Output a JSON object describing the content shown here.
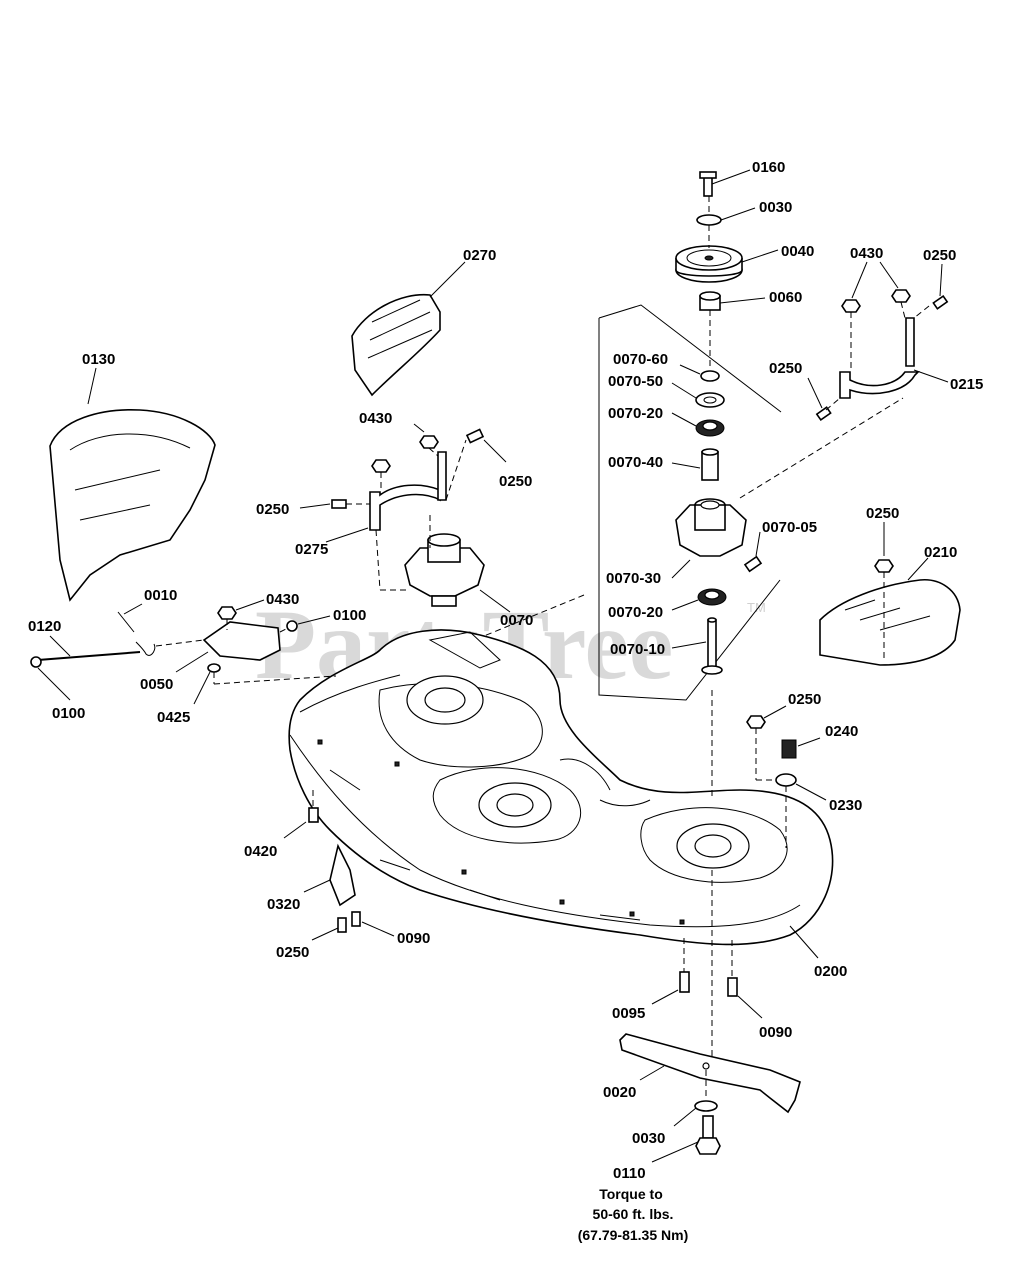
{
  "watermark": {
    "text": "PartsTree",
    "trademark": "TM"
  },
  "torque_note": {
    "line1": "Torque to",
    "line2": "50-60 ft. lbs.",
    "line3": "(67.79-81.35 Nm)"
  },
  "labels": [
    {
      "id": "0160",
      "text": "0160"
    },
    {
      "id": "0030_top",
      "text": "0030"
    },
    {
      "id": "0040",
      "text": "0040"
    },
    {
      "id": "0060",
      "text": "0060"
    },
    {
      "id": "0430_right",
      "text": "0430"
    },
    {
      "id": "0250_right_top",
      "text": "0250"
    },
    {
      "id": "0215",
      "text": "0215"
    },
    {
      "id": "0250_right_mid",
      "text": "0250"
    },
    {
      "id": "0270",
      "text": "0270"
    },
    {
      "id": "0070-60",
      "text": "0070-60"
    },
    {
      "id": "0070-50",
      "text": "0070-50"
    },
    {
      "id": "0070-20_top",
      "text": "0070-20"
    },
    {
      "id": "0070-40",
      "text": "0070-40"
    },
    {
      "id": "0070-05",
      "text": "0070-05"
    },
    {
      "id": "0070-30",
      "text": "0070-30"
    },
    {
      "id": "0070-20_bottom",
      "text": "0070-20"
    },
    {
      "id": "0070-10",
      "text": "0070-10"
    },
    {
      "id": "0130",
      "text": "0130"
    },
    {
      "id": "0430_mid",
      "text": "0430"
    },
    {
      "id": "0250_mid_right",
      "text": "0250"
    },
    {
      "id": "0250_mid_left",
      "text": "0250"
    },
    {
      "id": "0275",
      "text": "0275"
    },
    {
      "id": "0070",
      "text": "0070"
    },
    {
      "id": "0250_shield",
      "text": "0250"
    },
    {
      "id": "0210",
      "text": "0210"
    },
    {
      "id": "0010",
      "text": "0010"
    },
    {
      "id": "0430_left",
      "text": "0430"
    },
    {
      "id": "0100_right",
      "text": "0100"
    },
    {
      "id": "0120",
      "text": "0120"
    },
    {
      "id": "0050",
      "text": "0050"
    },
    {
      "id": "0100_left",
      "text": "0100"
    },
    {
      "id": "0425",
      "text": "0425"
    },
    {
      "id": "0250_fitting",
      "text": "0250"
    },
    {
      "id": "0240",
      "text": "0240"
    },
    {
      "id": "0230",
      "text": "0230"
    },
    {
      "id": "0420",
      "text": "0420"
    },
    {
      "id": "0320",
      "text": "0320"
    },
    {
      "id": "0250_bottom_left",
      "text": "0250"
    },
    {
      "id": "0090_left",
      "text": "0090"
    },
    {
      "id": "0200",
      "text": "0200"
    },
    {
      "id": "0095",
      "text": "0095"
    },
    {
      "id": "0090_right",
      "text": "0090"
    },
    {
      "id": "0020",
      "text": "0020"
    },
    {
      "id": "0030_bottom",
      "text": "0030"
    },
    {
      "id": "0110",
      "text": "0110"
    }
  ]
}
